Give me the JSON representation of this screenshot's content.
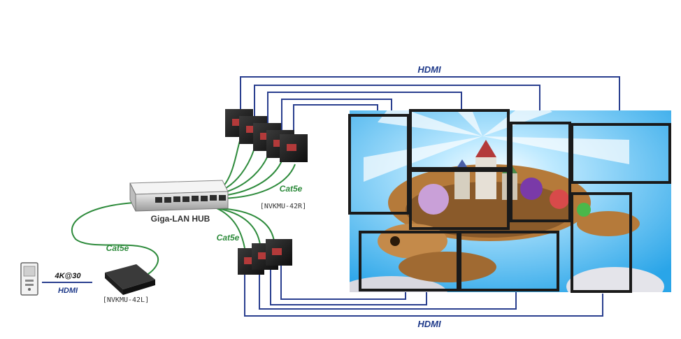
{
  "labels": {
    "hdmi_top": "HDMI",
    "hdmi_bottom": "HDMI",
    "hdmi_source": "HDMI",
    "source_resolution": "4K@30",
    "cat5e_receivers_top": "Cat5e",
    "cat5e_receivers_bottom": "Cat5e",
    "cat5e_transmitter": "Cat5e",
    "hub": "Giga-LAN HUB",
    "receiver_model": "[NVKMU-42R]",
    "transmitter_model": "[NVKMU-42L]"
  },
  "colors": {
    "hdmi_line": "#2a3f8f",
    "cat5e_line": "#2e8b3c",
    "display_frame": "#1a1a1a",
    "sky_top": "#2aa5e8",
    "sky_light": "#bde9ff"
  },
  "icons": {
    "source": "smartphone-source-icon",
    "transmitter": "encoder-box-icon",
    "hub": "network-switch-icon",
    "receiver": "decoder-box-icon",
    "display": "monitor-panel-icon"
  },
  "video_wall": {
    "panel_count": 8,
    "content": "turtle-castle-illustration"
  }
}
